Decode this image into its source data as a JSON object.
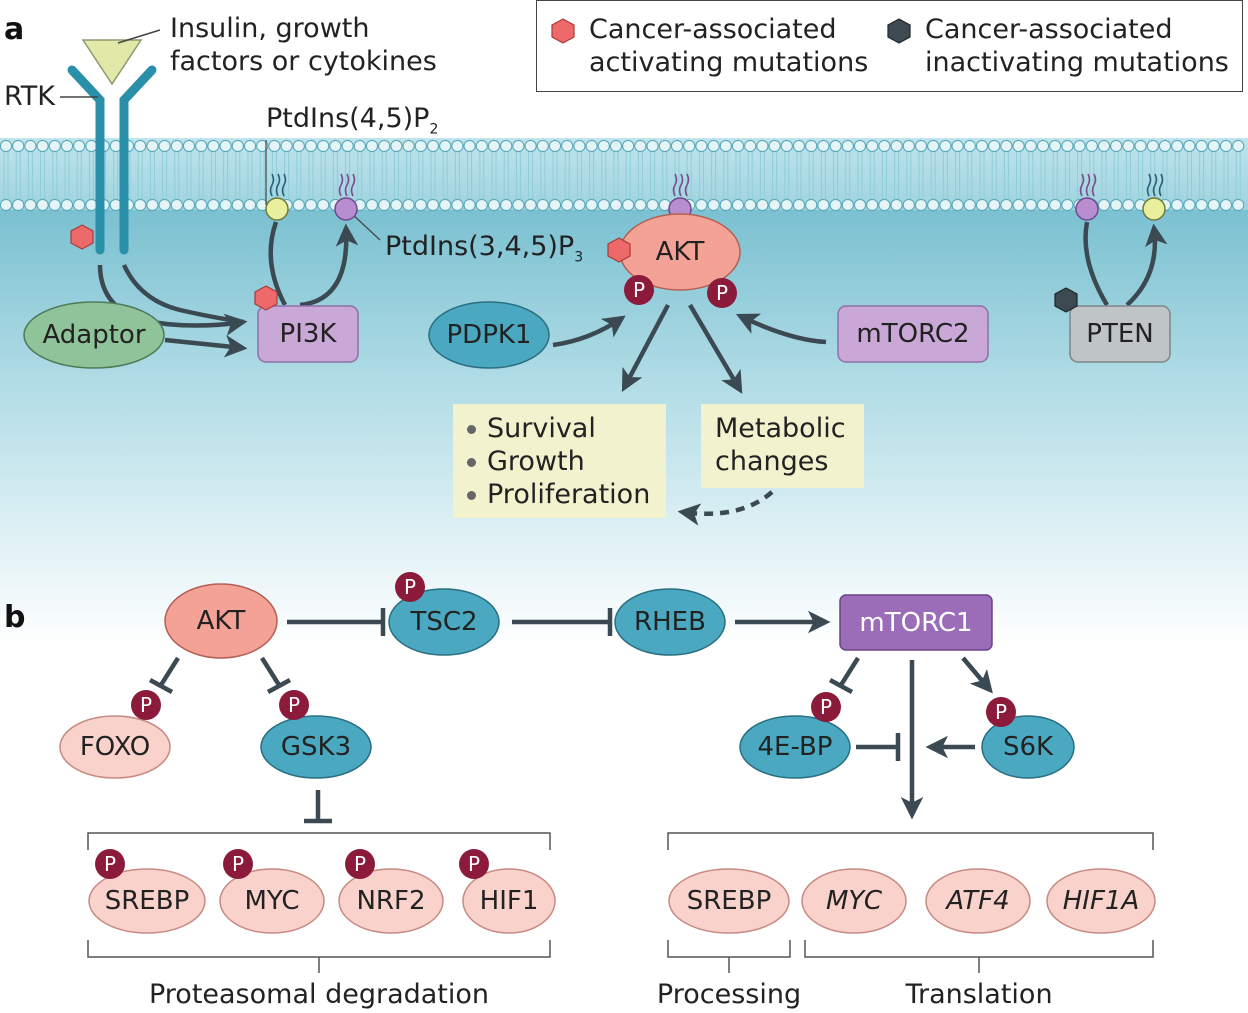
{
  "panels": {
    "a": "a",
    "b": "b"
  },
  "legend": {
    "activating": "Cancer-associated activating mutations",
    "inactivating": "Cancer-associated inactivating mutations",
    "activating_color": "#ee6a6a",
    "inactivating_color": "#3d4a52"
  },
  "panel_a": {
    "ligand": "Insulin, growth factors or cytokines",
    "rtk": "RTK",
    "pip2_main": "PtdIns(4,5)P",
    "pip2_sub": "2",
    "pip3_main": "PtdIns(3,4,5)P",
    "pip3_sub": "3",
    "adaptor": "Adaptor",
    "pi3k": "PI3K",
    "pdpk1": "PDPK1",
    "akt": "AKT",
    "mtorc2": "mTORC2",
    "pten": "PTEN",
    "outcomes": [
      "Survival",
      "Growth",
      "Proliferation"
    ],
    "metabolic": "Metabolic changes"
  },
  "panel_b": {
    "akt": "AKT",
    "tsc2": "TSC2",
    "rheb": "RHEB",
    "mtorc1": "mTORC1",
    "foxo": "FOXO",
    "gsk3": "GSK3",
    "eb4": "4E-BP",
    "s6k": "S6K",
    "degraded": [
      "SREBP",
      "MYC",
      "NRF2",
      "HIF1"
    ],
    "processing_target": "SREBP",
    "translation_targets": [
      "MYC",
      "ATF4",
      "HIF1A"
    ],
    "proteasomal": "Proteasomal degradation",
    "processing": "Processing",
    "translation": "Translation"
  },
  "phospho": "P",
  "colors": {
    "akt": "#f4a196",
    "teal": "#4aa8c0",
    "purple": "#c9a8d8",
    "mtorc1": "#9b6cb8",
    "green": "#8fc49a",
    "pten": "#bfc4c7",
    "pink": "#f9d2cc",
    "membrane": "#8dcad6",
    "arrow": "#3b4a52"
  }
}
